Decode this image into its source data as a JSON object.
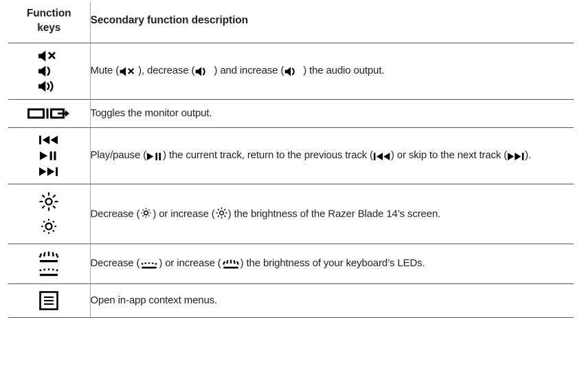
{
  "table": {
    "headers": {
      "keys": "Function keys",
      "keys_line1": "Function",
      "keys_line2": "keys",
      "description": "Secondary function description"
    },
    "rows": [
      {
        "id": "volume",
        "icons": [
          "speaker-mute-icon",
          "speaker-low-icon",
          "speaker-high-icon"
        ],
        "description": "Mute ( ), decrease ( ) and increase ( ) the audio output.",
        "parts": [
          "Mute (",
          "), decrease (",
          ") and increase (",
          ") the audio output."
        ]
      },
      {
        "id": "monitor-toggle",
        "icons": [
          "monitor-output-toggle-icon"
        ],
        "description": "Toggles the monitor output.",
        "parts": [
          "Toggles the monitor output."
        ]
      },
      {
        "id": "media",
        "icons": [
          "previous-track-icon",
          "play-pause-icon",
          "next-track-icon"
        ],
        "description": "Play/pause ( ) the current track, return to the previous track ( ) or skip to the next track ( ).",
        "parts": [
          "Play/pause (",
          ") the current track, return to the previous track (",
          ") or skip to the next track (",
          ")."
        ]
      },
      {
        "id": "screen-brightness",
        "icons": [
          "brightness-up-icon",
          "brightness-down-icon"
        ],
        "description": "Decrease ( ) or increase ( ) the brightness of the Razer Blade 14’s screen.",
        "parts": [
          "Decrease (",
          ") or increase (",
          ") the brightness of the Razer Blade 14’s screen."
        ]
      },
      {
        "id": "keyboard-brightness",
        "icons": [
          "keyboard-backlight-up-icon",
          "keyboard-backlight-down-icon"
        ],
        "description": "Decrease ( ) or increase ( ) the brightness of your keyboard’s LEDs.",
        "parts": [
          "Decrease (",
          ") or increase (",
          ") the brightness of your keyboard’s LEDs."
        ]
      },
      {
        "id": "context-menu",
        "icons": [
          "context-menu-icon"
        ],
        "description": "Open in-app context menus.",
        "parts": [
          "Open in-app context menus."
        ]
      }
    ]
  },
  "colors": {
    "text": "#231f20",
    "rule": "#58595b",
    "column_divider": "#a6a8ab",
    "background": "#ffffff"
  }
}
